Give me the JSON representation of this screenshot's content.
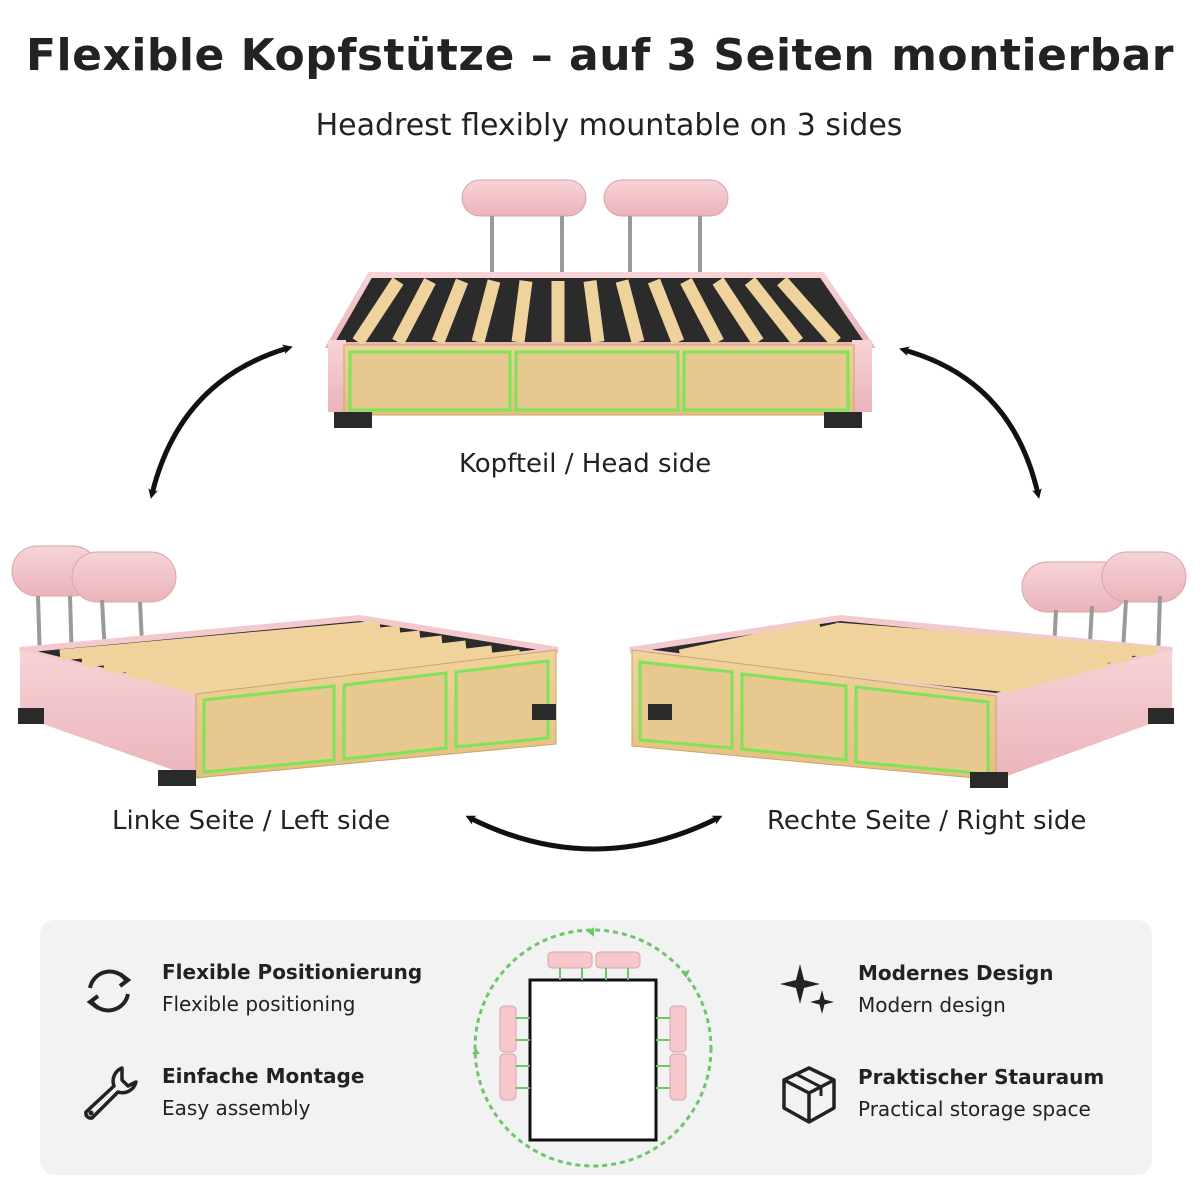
{
  "header": {
    "title": "Flexible Kopfstütze – auf 3 Seiten montierbar",
    "subtitle": "Headrest flexibly mountable on 3 sides"
  },
  "positions": {
    "head": "Kopfteil / Head side",
    "left": "Linke Seite / Left side",
    "right": "Rechte Seite / Right side"
  },
  "features": [
    {
      "title_de": "Flexible Positionierung",
      "title_en": "Flexible positioning",
      "icon": "rotate-arrows-icon"
    },
    {
      "title_de": "Einfache Montage",
      "title_en": "Easy assembly",
      "icon": "wrench-icon"
    },
    {
      "title_de": "Modernes Design",
      "title_en": "Modern design",
      "icon": "sparkle-icon"
    },
    {
      "title_de": "Praktischer Stauraum",
      "title_en": "Practical storage space",
      "icon": "box-icon"
    }
  ],
  "colors": {
    "upholstery": "#f2c7cc",
    "wood": "#e8c98e",
    "led": "#6ee04a",
    "panel": "#f2f2f2"
  }
}
